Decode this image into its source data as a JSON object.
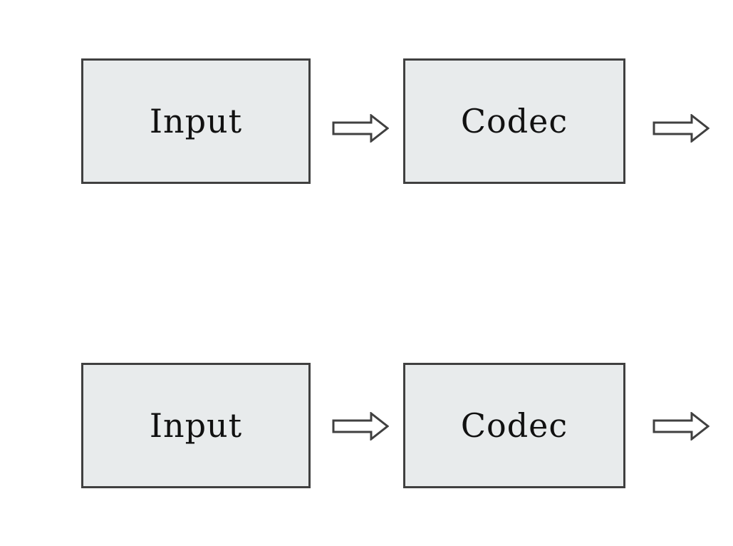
{
  "diagram": {
    "rows": [
      {
        "input_label": "Input",
        "codec_label": "Codec"
      },
      {
        "input_label": "Input",
        "codec_label": "Codec"
      }
    ],
    "colors": {
      "box_fill": "#e8ebec",
      "box_stroke": "#404040",
      "arrow_fill": "#ffffff",
      "arrow_stroke": "#404040"
    },
    "arrow_icon": "right-hollow-arrow-icon"
  }
}
